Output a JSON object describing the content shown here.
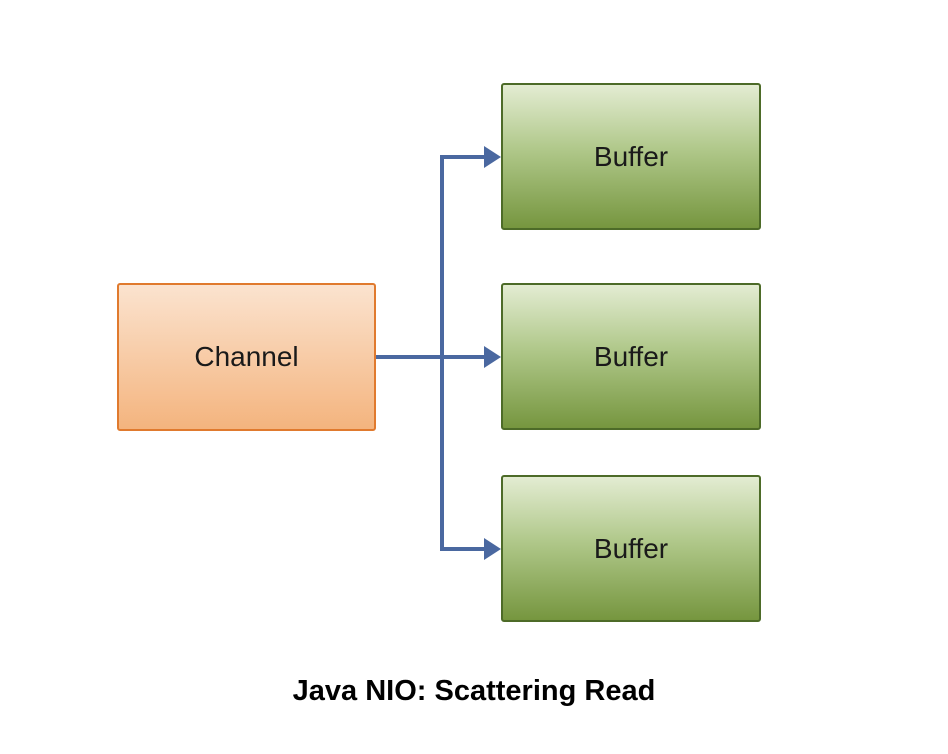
{
  "diagram": {
    "channel": {
      "label": "Channel"
    },
    "buffers": [
      {
        "label": "Buffer"
      },
      {
        "label": "Buffer"
      },
      {
        "label": "Buffer"
      }
    ],
    "caption": "Java NIO: Scattering Read"
  },
  "colors": {
    "channel_border": "#e07a2e",
    "channel_fill_top": "#fbe3cf",
    "channel_fill_bottom": "#f4b47e",
    "buffer_border": "#4d6b28",
    "buffer_fill_top": "#e3ecd2",
    "buffer_fill_bottom": "#76963f",
    "arrow": "#4a68a0"
  }
}
